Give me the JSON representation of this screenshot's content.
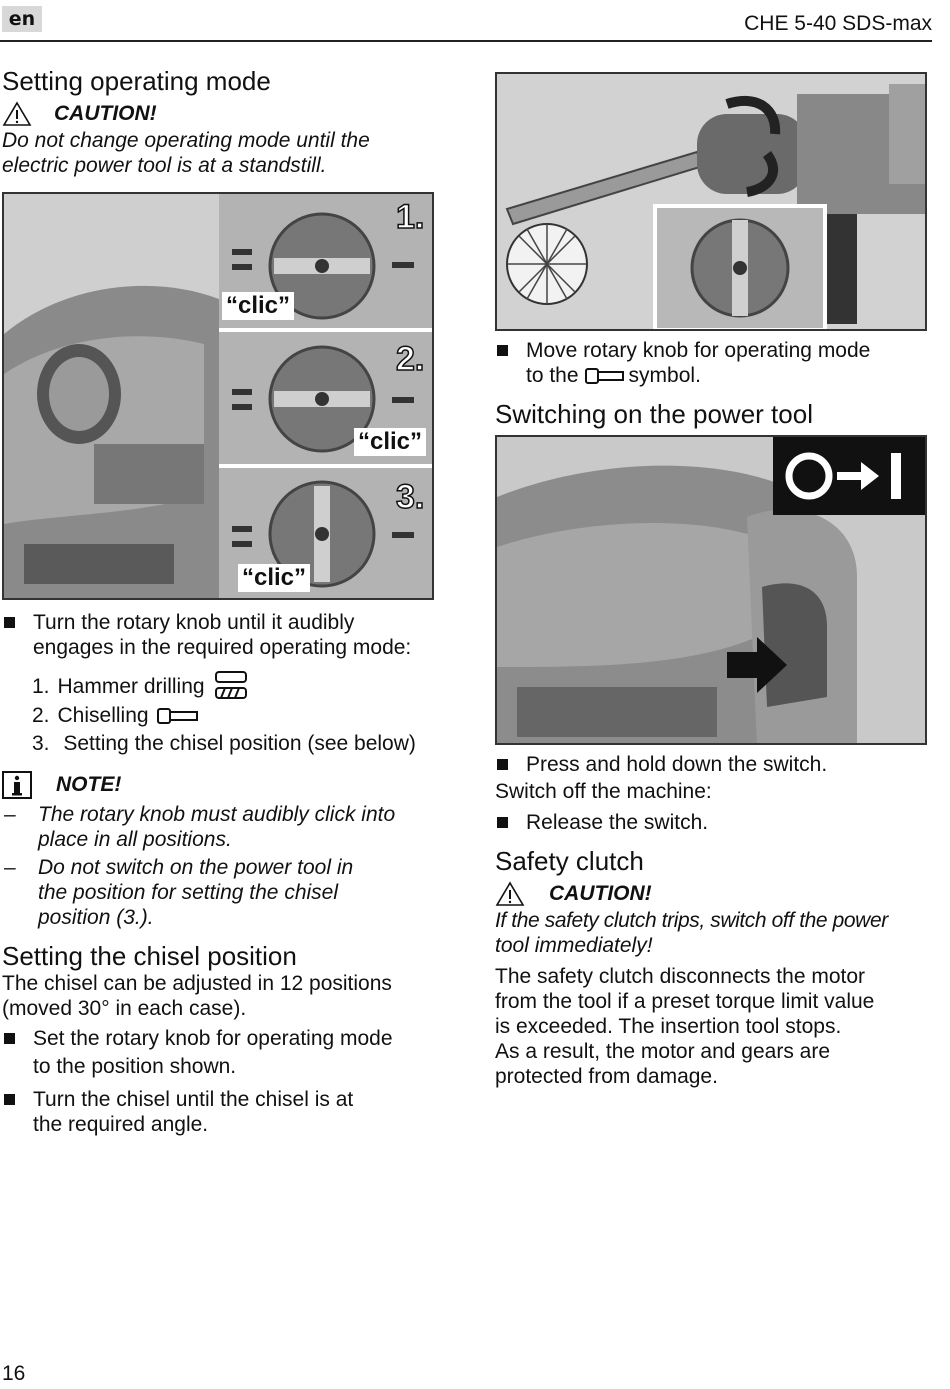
{
  "header": {
    "language": "en",
    "model": "CHE 5-40 SDS-max"
  },
  "left": {
    "operating_mode": {
      "heading": "Setting operating mode",
      "caution_label": "CAUTION!",
      "caution_line1": "Do not change operating mode until the",
      "caution_line2": "electric power tool is at a standstill."
    },
    "figure_labels": {
      "step1": "1.",
      "step2": "2.",
      "step3": "3.",
      "clic": "“clic”"
    },
    "turn_knob": {
      "line1": "Turn the rotary knob until it audibly",
      "line2": "engages in the required operating mode:"
    },
    "modes": [
      {
        "number": "1.",
        "label": "Hammer drilling"
      },
      {
        "number": "2.",
        "label": "Chiselling"
      },
      {
        "number": "3.",
        "label": "Setting the chisel position (see below)"
      }
    ],
    "note": {
      "label": "NOTE!",
      "item1_line1": "The rotary knob must audibly click into",
      "item1_line2": "place in all positions.",
      "item2_line1": "Do not switch on the power tool in",
      "item2_line2": "the position for setting the chisel",
      "item2_line3": "position (3.)."
    },
    "chisel_position": {
      "heading": "Setting the chisel position",
      "intro_line1": "The chisel can be adjusted in 12 positions",
      "intro_line2": "(moved 30° in each case).",
      "bullet1_line1": "Set the rotary knob for operating mode",
      "bullet1_line2": "to the position shown.",
      "bullet2_line1": "Turn the chisel until the chisel is at",
      "bullet2_line2": "the required angle."
    }
  },
  "right": {
    "move_knob": {
      "line1": "Move rotary knob for operating mode",
      "line2_pre": "to the",
      "line2_post": "symbol."
    },
    "switching_on": {
      "heading": "Switching on the power tool",
      "press": "Press and hold down the switch.",
      "switch_off": "Switch off the machine:",
      "release": "Release the switch."
    },
    "safety_clutch": {
      "heading": "Safety clutch",
      "caution_label": "CAUTION!",
      "caution_line1": "If the safety clutch trips, switch off the power",
      "caution_line2": "tool immediately!",
      "body_line1": "The safety clutch disconnects the motor",
      "body_line2": "from the tool if a preset torque limit value",
      "body_line3": "is exceeded. The insertion tool stops.",
      "body_line4": "As a result, the motor and gears are",
      "body_line5": "protected from damage."
    }
  },
  "footer": {
    "page_number": "16"
  },
  "icons": {
    "warning": "warning-triangle-icon",
    "info": "info-icon",
    "hammer_drill": "hammer-drill-icon",
    "chisel": "chisel-icon",
    "on_off": "on-off-switch-icon"
  },
  "colors": {
    "text": "#111111",
    "photo_gray": "#bdbdbd",
    "badge": "#d8d8d8"
  }
}
